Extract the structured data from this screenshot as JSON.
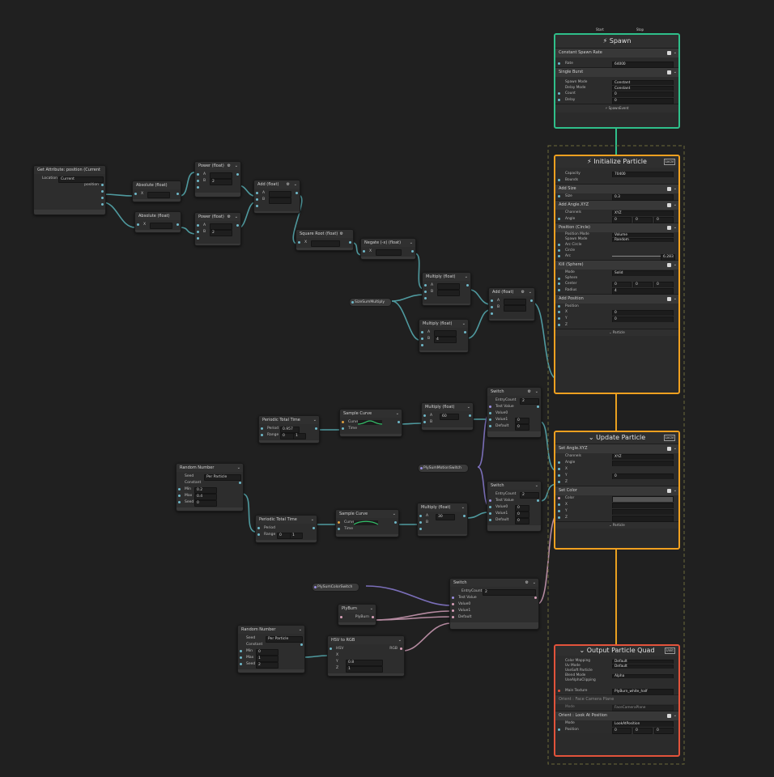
{
  "contexts": {
    "spawn": {
      "title": "Spawn",
      "start": "Start",
      "stop": "Stop",
      "blocks": {
        "constant_rate": {
          "title": "Constant Spawn Rate",
          "rate_label": "Rate",
          "rate_value": "64000"
        },
        "single_burst": {
          "title": "Single Burst",
          "spawn_mode_label": "Spawn Mode",
          "spawn_mode": "Constant",
          "delay_mode_label": "Delay Mode",
          "delay_mode": "Constant",
          "count_label": "Count",
          "count": "0",
          "delay_label": "Delay",
          "delay": "0"
        }
      },
      "footer": "SpawnEvent"
    },
    "init": {
      "title": "Initialize Particle",
      "tag": "Local",
      "capacity_label": "Capacity",
      "capacity": "70400",
      "bounds_label": "Bounds",
      "add_size": {
        "title": "Add Size",
        "size_label": "Size",
        "size": "0.3"
      },
      "add_angle": {
        "title": "Add Angle.XYZ",
        "channels_label": "Channels",
        "channels": "XYZ",
        "angle_label": "Angle",
        "x": "0",
        "y": "0",
        "z": "0"
      },
      "position_circle": {
        "title": "Position (Circle)",
        "pos_mode_label": "Position Mode",
        "pos_mode": "Volume",
        "spawn_mode_label": "Spawn Mode",
        "spawn_mode": "Random",
        "arc_circle_label": "Arc Circle",
        "circle_label": "Circle",
        "arc_label": "Arc",
        "arc": "6.283"
      },
      "kill_sphere": {
        "title": "Kill (Sphere)",
        "mode_label": "Mode",
        "mode": "Solid",
        "sphere_label": "Sphere",
        "center_label": "Center",
        "cx": "0",
        "cy": "0",
        "cz": "0",
        "radius_label": "Radius",
        "radius": "4"
      },
      "add_position": {
        "title": "Add Position",
        "position_label": "Position",
        "x_label": "X",
        "x": "0",
        "y_label": "Y",
        "y": "0",
        "z_label": "Z"
      },
      "footer": "Particle"
    },
    "update": {
      "title": "Update Particle",
      "tag": "Local",
      "set_angle": {
        "title": "Set Angle.XYZ",
        "channels_label": "Channels",
        "channels": "XYZ",
        "angle_label": "Angle",
        "x_label": "X",
        "y_label": "Y",
        "y": "0",
        "z_label": "Z"
      },
      "set_color": {
        "title": "Set Color",
        "color_label": "Color",
        "x_label": "X",
        "y_label": "Y",
        "z_label": "Z"
      },
      "footer": "Particle"
    },
    "output": {
      "title": "Output Particle Quad",
      "tag": "Unlit",
      "color_mapping_label": "Color Mapping",
      "color_mapping": "Default",
      "uv_mode_label": "Uv Mode",
      "uv_mode": "Default",
      "use_soft_label": "UseSoft Particle",
      "blend_mode_label": "Blend Mode",
      "blend_mode": "Alpha",
      "use_alpha_label": "UseAlphaClipping",
      "main_texture_label": "Main Texture",
      "main_texture": "PlyBurn_white_half",
      "orient_face": {
        "title": "Orient : Face Camera Plane",
        "mode_label": "Mode",
        "mode": "FaceCameraPlane"
      },
      "orient_look": {
        "title": "Orient : Look At Position",
        "mode_label": "Mode",
        "mode": "LookAtPosition",
        "position_label": "Position",
        "x": "0",
        "y": "0",
        "z": "0"
      }
    }
  },
  "nodes": {
    "get_attr": {
      "title": "Get Attribute: position (Current",
      "location_label": "Location",
      "location": "Current",
      "out": "position"
    },
    "abs1": {
      "title": "Absolute (float)",
      "in": "X"
    },
    "abs2": {
      "title": "Absolute (float)",
      "in": "X"
    },
    "pow1": {
      "title": "Power (float)",
      "a": "A",
      "b": "B",
      "b_val": "2"
    },
    "pow2": {
      "title": "Power (float)",
      "a": "A",
      "b": "B",
      "b_val": "2"
    },
    "add1": {
      "title": "Add (float)",
      "a": "A",
      "b": "B"
    },
    "sqrt": {
      "title": "Square Root (float)",
      "in": "X"
    },
    "negate": {
      "title": "Negate (-x) (float)",
      "in": "X"
    },
    "mul1": {
      "title": "Multiply (float)",
      "a": "A",
      "b": "B"
    },
    "mul2": {
      "title": "Multiply (float)",
      "a": "A",
      "b": "B",
      "b_val": "4"
    },
    "add2": {
      "title": "Add (float)",
      "a": "A",
      "b": "B"
    },
    "ptt1": {
      "title": "Periodic Total Time",
      "period_label": "Period",
      "period": "0.957",
      "range_label": "Range",
      "r0": "0",
      "r1": "1"
    },
    "curve1": {
      "title": "Sample Curve",
      "curve_label": "Curve",
      "time_label": "Time"
    },
    "mul3": {
      "title": "Multiply (float)",
      "a": "A",
      "a_val": "60",
      "b": "B"
    },
    "switch1": {
      "title": "Switch",
      "entry_label": "EntryCount",
      "entry": "2",
      "test_label": "Test Value",
      "v0_label": "Value0",
      "v1_label": "Value1",
      "v1": "0",
      "def_label": "Default",
      "def": "0"
    },
    "rand1": {
      "title": "Random Number",
      "seed_label": "Seed",
      "seed": "Per Particle",
      "const_label": "Constant",
      "min_label": "Min",
      "min": "0.2",
      "max_label": "Max",
      "max": "0.4",
      "s_label": "Seed",
      "s": "0"
    },
    "ptt2": {
      "title": "Periodic Total Time",
      "period_label": "Period",
      "range_label": "Range",
      "r0": "0",
      "r1": "1"
    },
    "curve2": {
      "title": "Sample Curve",
      "curve_label": "Curve",
      "time_label": "Time"
    },
    "mul4": {
      "title": "Multiply (float)",
      "a": "A",
      "a_val": "30",
      "b": "B"
    },
    "switch2": {
      "title": "Switch",
      "entry_label": "EntryCount",
      "entry": "2",
      "test_label": "Test Value",
      "v0_label": "Value0",
      "v0": "0",
      "v1_label": "Value1",
      "v1": "0",
      "def_label": "Default",
      "def": "0"
    },
    "switch3": {
      "title": "Switch",
      "entry_label": "EntryCount",
      "entry": "2",
      "test_label": "Test Value",
      "v0_label": "Value0",
      "v1_label": "Value1",
      "def_label": "Default"
    },
    "playburn": {
      "title": "PlyBurn",
      "out": "PlyBurn"
    },
    "rand2": {
      "title": "Random Number",
      "seed_label": "Seed",
      "seed": "Per Particle",
      "const_label": "Constant",
      "min_label": "Min",
      "min": "0",
      "max_label": "Max",
      "max": "1",
      "s_label": "Seed",
      "s": "2"
    },
    "hsv": {
      "title": "HSV to RGB",
      "hsv_label": "HSV",
      "x_label": "X",
      "y_label": "Y",
      "y": "0.8",
      "z_label": "Z",
      "z": "1",
      "out": "RGB"
    }
  },
  "properties": {
    "p1": "SizeSumMultiply",
    "p2": "PlySumMotionSwitch",
    "p3": "PlySumColorSwitch"
  },
  "colors": {
    "spawn": "#2fbf8a",
    "context": "#f0a020",
    "output": "#e2533b",
    "float_port": "#6fb8c8",
    "bool_port": "#9a8ee0",
    "color_port": "#d8a0b8"
  }
}
